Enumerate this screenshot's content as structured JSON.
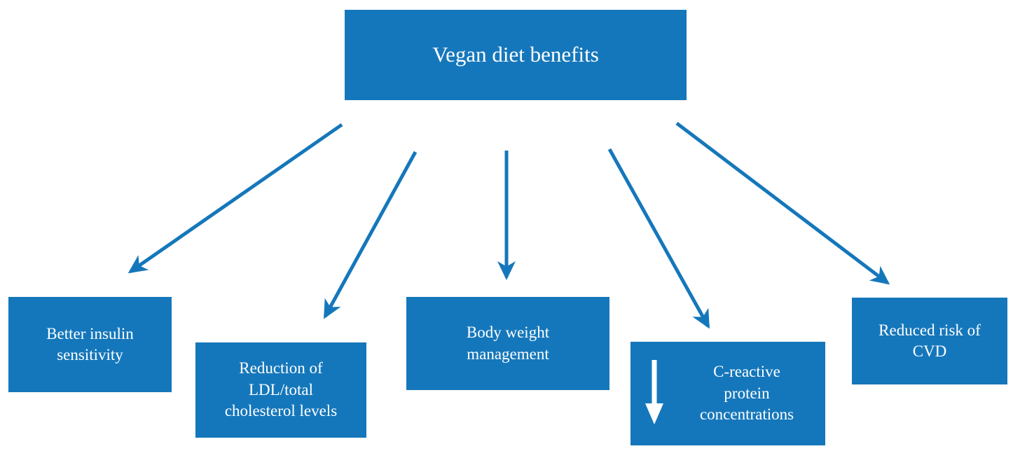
{
  "diagram": {
    "type": "hierarchy-flowchart",
    "title": "Vegan diet benefits",
    "accent_color": "#1577bb",
    "text_color": "#ffffff",
    "background_color": "#ffffff",
    "root": {
      "label": "Vegan diet benefits"
    },
    "children": [
      {
        "id": "insulin",
        "label": "Better insulin\nsensitivity"
      },
      {
        "id": "ldl",
        "label": "Reduction of\nLDL/total\ncholesterol levels"
      },
      {
        "id": "weight",
        "label": "Body weight\nmanagement"
      },
      {
        "id": "crp",
        "label": "C-reactive\nprotein\nconcentrations",
        "icon": "down-arrow-icon"
      },
      {
        "id": "cvd",
        "label": "Reduced risk of\nCVD"
      }
    ],
    "connectors": [
      {
        "from": "root",
        "to": "insulin",
        "style": "arrow"
      },
      {
        "from": "root",
        "to": "ldl",
        "style": "arrow"
      },
      {
        "from": "root",
        "to": "weight",
        "style": "arrow"
      },
      {
        "from": "root",
        "to": "crp",
        "style": "arrow"
      },
      {
        "from": "root",
        "to": "cvd",
        "style": "arrow"
      }
    ]
  }
}
